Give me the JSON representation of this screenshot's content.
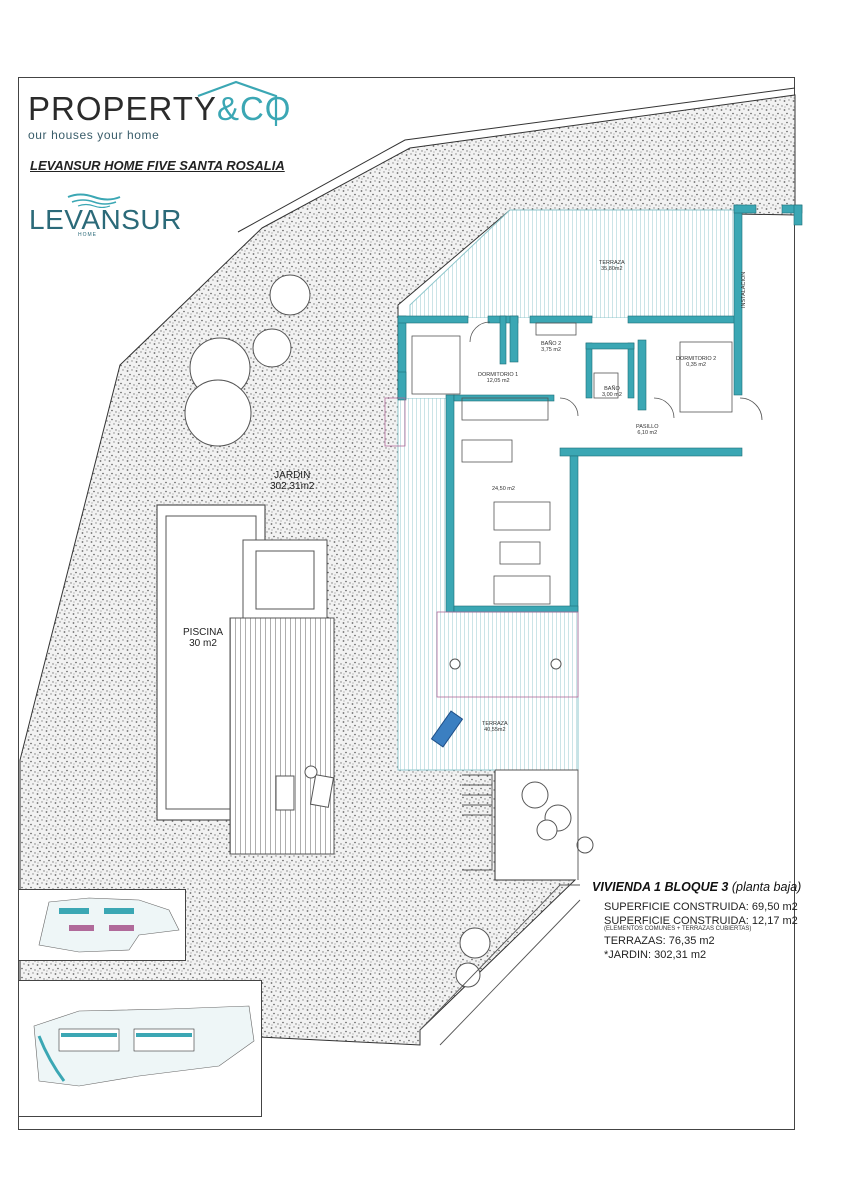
{
  "brand": {
    "name_main": "PROPERTY",
    "name_amp": "&CO",
    "tagline": "our houses your home"
  },
  "project": {
    "title": "LEVANSUR HOME FIVE SANTA ROSALIA",
    "developer_logo": "LEVANSUR",
    "developer_logo_sub": "HOME"
  },
  "rooms": {
    "terraza_top": {
      "name": "TERRAZA",
      "area": "35,80m2"
    },
    "dormitorio_1": {
      "name": "DORMITORIO 1",
      "area": "12,05 m2"
    },
    "bano_2": {
      "name": "BAÑO 2",
      "area": "3,75 m2"
    },
    "bano_1": {
      "name": "BAÑO",
      "area": "3,00 m2"
    },
    "dormitorio_2": {
      "name": "DORMITORIO 2",
      "area": "0,35 m2"
    },
    "pasillo": {
      "name": "PASILLO",
      "area": "6,10 m2"
    },
    "instalacion": {
      "name": "INSTALACION"
    },
    "salon": {
      "area": "24,50 m2"
    },
    "jardin": {
      "name": "JARDIN",
      "area": "302,31m2"
    },
    "piscina": {
      "name": "PISCINA",
      "area": "30 m2"
    },
    "terraza_bottom": {
      "name": "TERRAZA",
      "area": "40,55m2"
    }
  },
  "info": {
    "title": "VIVIENDA 1 BLOQUE 3",
    "title_suffix": "(planta baja)",
    "superficie_construida": "SUPERFICIE CONSTRUIDA: 69,50 m2",
    "superficie_construida_2": "SUPERFICIE CONSTRUIDA: 12,17 m2",
    "superficie_note": "(ELEMENTOS COMUNES + TERRAZAS CUBIERTAS)",
    "terrazas": "TERRAZAS: 76,35 m2",
    "jardin": "*JARDIN: 302,31 m2"
  },
  "colors": {
    "wall": "#3ba7b4",
    "brand_accent": "#3ba7b4",
    "brand_dark": "#2b6a79",
    "gravel": "#e4e4e4",
    "deck_line": "#8fc7cc"
  }
}
